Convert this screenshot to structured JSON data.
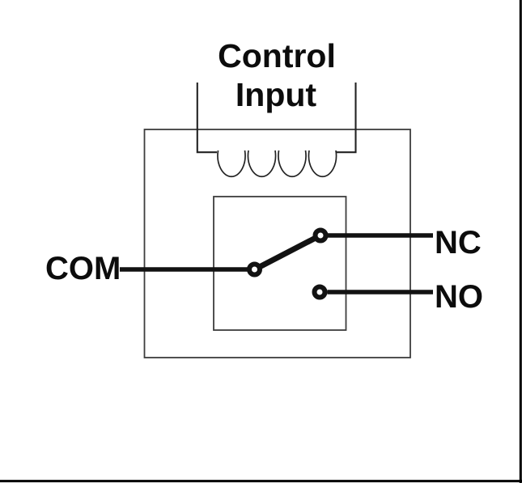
{
  "labels": {
    "control_line1": "Control",
    "control_line2": "Input",
    "com": "COM",
    "nc": "NC",
    "no": "NO"
  },
  "colors": {
    "background": "#ffffff",
    "text": "#0c0c0c",
    "wire": "#121212",
    "coil": "#222222",
    "outline": "#3d3d3d",
    "border": "#000000"
  },
  "structure": {
    "coil_loops": 4,
    "contacts": [
      "COM",
      "NC",
      "NO"
    ]
  }
}
